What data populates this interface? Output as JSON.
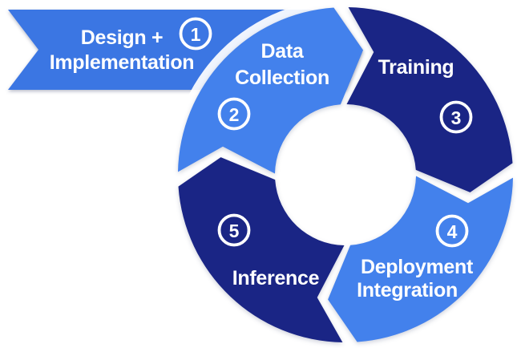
{
  "banner": {
    "step_number": "1",
    "label_line1": "Design +",
    "label_line2": "Implementation"
  },
  "wheel": {
    "segments": [
      {
        "step_number": "2",
        "label_line1": "Data",
        "label_line2": "Collection"
      },
      {
        "step_number": "3",
        "label_line1": "Training"
      },
      {
        "step_number": "4",
        "label_line1": "Deployment",
        "label_line2": "Integration"
      },
      {
        "step_number": "5",
        "label_line1": "Inference"
      }
    ]
  },
  "colors": {
    "ribbon_blue": "#3b76e3",
    "light_blue": "#4381ec",
    "dark_blue": "#1a2585",
    "text_white": "#ffffff"
  }
}
